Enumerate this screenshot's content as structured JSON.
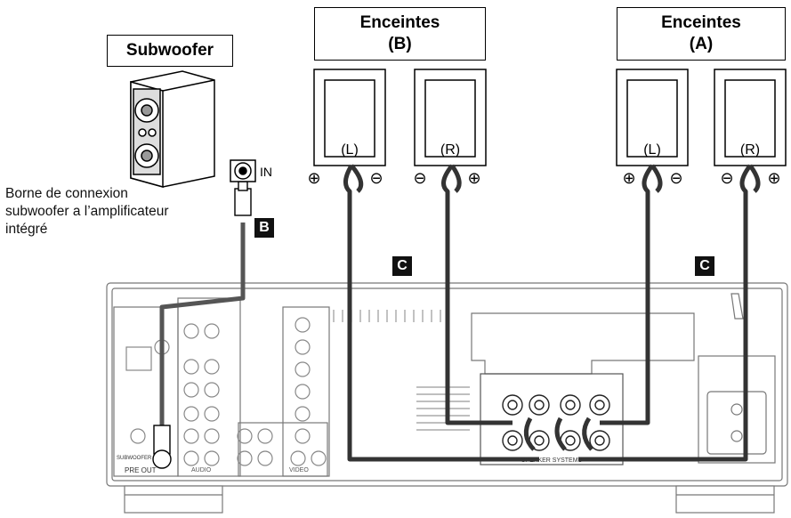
{
  "labels": {
    "subwoofer": "Subwoofer",
    "speakers_b_line1": "Enceintes",
    "speakers_b_line2": "(B)",
    "speakers_a_line1": "Enceintes",
    "speakers_a_line2": "(A)",
    "in_jack": "IN",
    "note_line1": "Borne de connexion",
    "note_line2": "subwoofer a l’amplificateur",
    "note_line3": "intégré",
    "left": "(L)",
    "right": "(R)",
    "plus": "⊕",
    "minus": "⊖",
    "tag_b": "B",
    "tag_c": "C",
    "speaker_systems": "SPEAKER SYSTEMS",
    "pre_out": "PRE OUT",
    "subwoofer_small": "SUBWOOFER",
    "audio": "AUDIO",
    "video": "VIDEO"
  },
  "colors": {
    "cable": "#3a3a3a",
    "line": "#000000",
    "panel": "#9a9a9a"
  }
}
